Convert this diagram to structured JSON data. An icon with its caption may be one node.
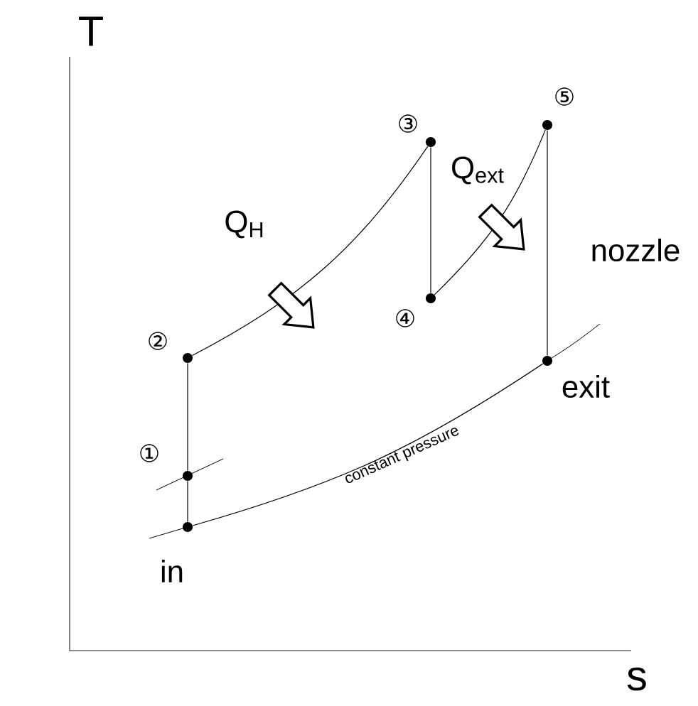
{
  "diagram": {
    "nodes": [
      {
        "text": [
          "in"
        ]
      },
      {
        "text": [
          "①"
        ]
      },
      {
        "text": [
          "②"
        ]
      },
      {
        "text": [
          "③"
        ]
      },
      {
        "text": [
          "④"
        ]
      },
      {
        "text": [
          "⑤"
        ]
      },
      {
        "text": [
          "exit"
        ]
      }
    ],
    "edges": [
      {
        "from": 0,
        "to": 1,
        "arrow": "none"
      },
      {
        "from": 1,
        "to": 2,
        "arrow": "none"
      },
      {
        "from": 2,
        "to": 3,
        "arrow": "none"
      },
      {
        "from": 3,
        "to": 4,
        "arrow": "none"
      },
      {
        "from": 4,
        "to": 5,
        "arrow": "none"
      },
      {
        "from": 5,
        "to": 6,
        "arrow": "none",
        "label": "nozzle"
      },
      {
        "from": 0,
        "to": 6,
        "arrow": "none",
        "label": "constant pressure"
      }
    ],
    "labels": [
      "T",
      "Q$_{H}$",
      "Q$_{ext}$",
      "s"
    ]
  }
}
